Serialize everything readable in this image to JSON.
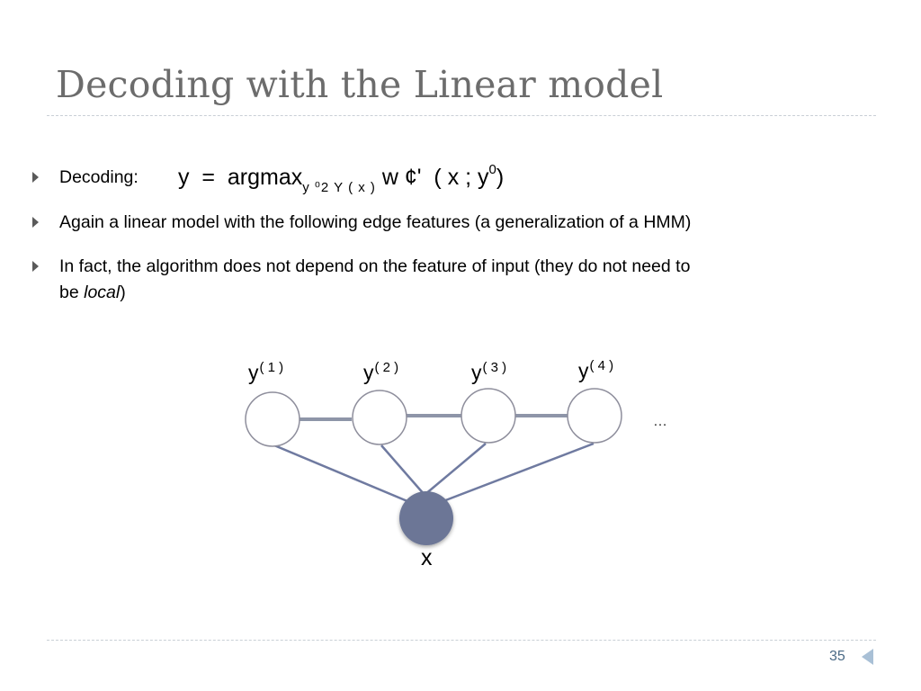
{
  "slide": {
    "title": "Decoding with the Linear model",
    "page_number": "35"
  },
  "bullets": [
    {
      "label": "Decoding:"
    },
    {
      "text": "Again a linear model with the following edge features (a generalization of a HMM)"
    },
    {
      "text_line1": "In fact,  the algorithm does not depend on the feature of input (they do not need to",
      "text_line2_pre": "be ",
      "text_line2_italic": "local",
      "text_line2_post": ")"
    }
  ],
  "formula": {
    "lhs": "y  =  argmax",
    "subscript": "y ⁰2 Y ( x )",
    "rhs": " w ¢'  ( x ; y",
    "superscript": "0",
    "close": ")"
  },
  "graph": {
    "labels": [
      {
        "base": "y",
        "sup": "( 1 )"
      },
      {
        "base": "y",
        "sup": "( 2 )"
      },
      {
        "base": "y",
        "sup": "( 3 )"
      },
      {
        "base": "y",
        "sup": "( 4 )"
      }
    ],
    "ellipsis": "…",
    "input_label": "x",
    "colors": {
      "node_stroke": "#8e8e9c",
      "edge": "#6f7aa0",
      "input_fill": "#6c7696",
      "chain_edge": "#8e95a8"
    }
  },
  "theme": {
    "title_color": "#6c6c6c",
    "rule_color": "#c9cfd6",
    "nav_color": "#a9c0d6"
  }
}
